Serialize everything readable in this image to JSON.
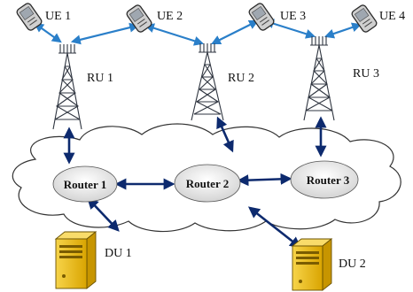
{
  "colors": {
    "wireless_link": "#2a7fc9",
    "wired_link": "#0d2a6e",
    "cloud_fill": "#ffffff",
    "cloud_stroke": "#333333",
    "router_fill": "#dedede",
    "server_fill": "#f2c21a",
    "tower": "#2f3540",
    "ue_phone": "#cfcfcf"
  },
  "ues": [
    {
      "label": "UE 1"
    },
    {
      "label": "UE 2"
    },
    {
      "label": "UE 3"
    },
    {
      "label": "UE 4"
    }
  ],
  "rus": [
    {
      "label": "RU 1"
    },
    {
      "label": "RU 2"
    },
    {
      "label": "RU 3"
    }
  ],
  "routers": [
    {
      "label": "Router 1"
    },
    {
      "label": "Router 2"
    },
    {
      "label": "Router 3"
    }
  ],
  "dus": [
    {
      "label": "DU 1"
    },
    {
      "label": "DU 2"
    }
  ],
  "icons": {
    "ue": "mobile-phone-icon",
    "ru": "cell-tower-icon",
    "router": "router-icon",
    "du": "server-icon"
  }
}
